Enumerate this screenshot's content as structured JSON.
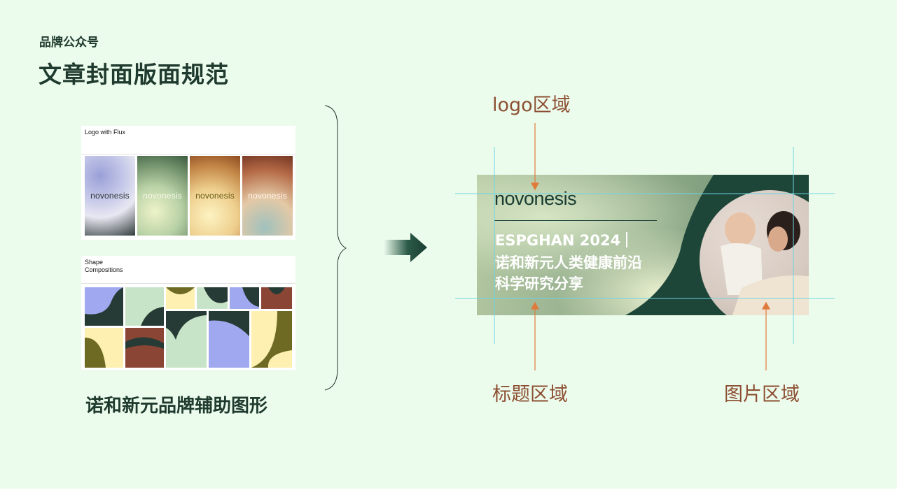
{
  "header": {
    "kicker": "品牌公众号",
    "title": "文章封面版面规范"
  },
  "left": {
    "panel_logo_title": "Logo with Flux",
    "panel_shape_title_line1": "Shape",
    "panel_shape_title_line2": "Compositions",
    "swatch_brand": [
      "novonesis",
      "novonesis",
      "novonesis",
      "novonesis"
    ],
    "caption": "诺和新元品牌辅助图形"
  },
  "banner": {
    "brand": "novonesis",
    "headline_line1": "ESPGHAN 2024",
    "headline_line2": "诺和新元人类健康前沿",
    "headline_line3": "科学研究分享"
  },
  "labels": {
    "logo_area": "logo区域",
    "title_area": "标题区域",
    "image_area": "图片区域"
  },
  "colors": {
    "background": "#ecfcec",
    "heading": "#1f3a2e",
    "label": "#8d4f33",
    "pointer": "#e07a3a",
    "guide": "#6fd3e4",
    "banner_dark": "#1d4639",
    "shape_purple": "#a0a8f0",
    "shape_mint": "#c8e4c8",
    "shape_yellow": "#fdf0b0",
    "shape_brown": "#8a4534",
    "shape_dark": "#263b35",
    "shape_olive": "#6e6a24"
  }
}
